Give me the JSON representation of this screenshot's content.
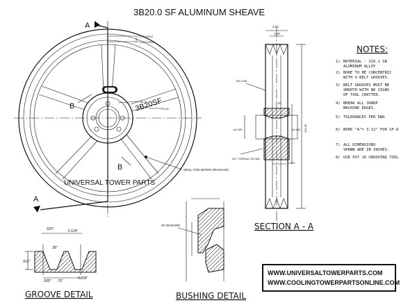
{
  "title": "3B20.0 SF  ALUMINUM SHEAVE",
  "sheave": {
    "hub_label": "3B20SF",
    "watermark": "UNIVERSAL TOWER PARTS",
    "drill_note": "DRILL FOR WATER DRAINAGE",
    "section_marks": [
      "A",
      "A",
      "B",
      "B"
    ],
    "small_dims": [
      "1.44 B BOX",
      "1.425 B BOX",
      "R6.75",
      "R1.50"
    ]
  },
  "groove_detail": {
    "title": "GROOVE  DETAIL",
    "dims": [
      ".626\"",
      "0.124\"",
      ".38\"",
      ".612\"",
      ".505\"",
      ".75\"",
      "0.204\""
    ]
  },
  "bushing_detail": {
    "title": "BUSHING  DETAIL",
    "label": "SF BUSHING"
  },
  "section": {
    "title": "SECTION  A - A",
    "dims": [
      "2.50",
      "1.00",
      "R5 CHM",
      "3/4\" THREAD\nON 35A",
      "#4.925",
      "#4.930",
      "#20.25",
      "1.503",
      "1.50"
    ]
  },
  "notes": {
    "heading": "NOTES:",
    "items": [
      {
        "num": "1)",
        "text": [
          "MATERIAL - 319.1 SR",
          "ALUMINUM ALLOY"
        ]
      },
      {
        "num": "2)",
        "text": [
          "BORE TO BE CONCENTRIC",
          "WITH V-BELT GROOVES."
        ]
      },
      {
        "num": "3)",
        "text": [
          "BELT GROOVES MUST BE",
          "SMOOTH WITH NO SIGNS",
          "OF TOOL CHATTER."
        ]
      },
      {
        "num": "4)",
        "text": [
          "BREAK ALL SHARP",
          "MACHINE EDGES."
        ]
      },
      {
        "num": "5)",
        "text": [
          "TOLERANCES PER DWG"
        ]
      },
      {
        "num": "6)",
        "text": [
          "BORE \"A\"= 3.12\" FOR SF-6"
        ]
      },
      {
        "num": "7)",
        "text": [
          "ALL DIMENSIONS",
          "SHOWN ARE IN INCHES."
        ]
      },
      {
        "num": "8)",
        "text": [
          "USE PGT 10 GROOVING TOOL"
        ]
      }
    ]
  },
  "urls": [
    "WWW.UNIVERSALTOWERPARTS.COM",
    "WWW.COOLINGTOWERPARTSONLINE.COM"
  ]
}
